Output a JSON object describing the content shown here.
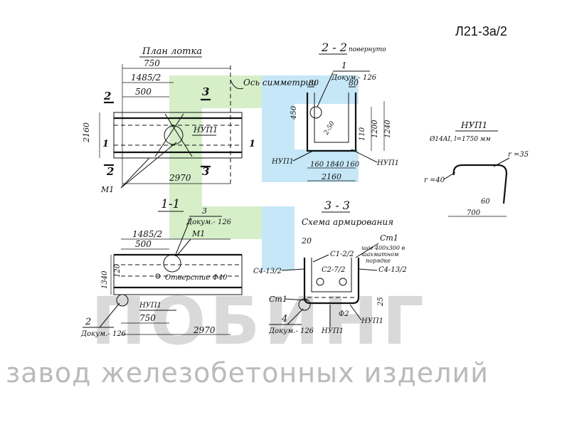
{
  "sheet_code": "Л21-3а/2",
  "watermark": {
    "brand": "ПОБИНГ",
    "tagline": "завод железобетонных изделий"
  },
  "plan": {
    "title": "План лотка",
    "dim_750": "750",
    "dim_half": "1485/2",
    "dim_500": "500",
    "dim_2970": "2970",
    "dim_2160": "2160",
    "axis_label": "Ось симметрии",
    "mark_nup1": "НУП1",
    "mark_m1": "М1",
    "sec_2": "2",
    "sec_3": "3",
    "sec_1": "1"
  },
  "section22": {
    "title": "2 - 2",
    "title_note": "повернуто",
    "ref_num": "1",
    "ref_doc": "Докум.- 126",
    "dim_80a": "80",
    "dim_80b": "80",
    "dim_450": "450",
    "dim_r50": "2-50",
    "dim_1200": "1200",
    "dim_1240": "1240",
    "dim_110": "110",
    "dim_160a": "160",
    "dim_1840": "1840",
    "dim_160b": "160",
    "dim_2160": "2160",
    "nup_left": "НУП1",
    "nup_right": "НУП1"
  },
  "detail_nup1": {
    "title": "НУП1",
    "spec": "Ø14AI, l=1750 мм",
    "r35": "r =35",
    "r40": "r =40",
    "dim_60": "60",
    "dim_700": "700"
  },
  "section11": {
    "title": "1-1",
    "ref3_num": "3",
    "ref3_doc": "Докум.- 126",
    "dim_half": "1485/2",
    "dim_500": "500",
    "mark_m1": "М1",
    "dim_1340": "1340",
    "dim_120": "120",
    "hole": "Отверстие Ф40",
    "nup": "НУП1",
    "dim_750": "750",
    "ref2_num": "2",
    "ref2_doc": "Докум.- 126",
    "dim_2970": "2970"
  },
  "section33": {
    "title": "3 - 3",
    "subtitle": "Схема армирования",
    "dim_20": "20",
    "c1": "С1-2/2",
    "c2": "С2-7/2",
    "c4_left": "С4-13/2",
    "c4_right": "С4-13/2",
    "st1_top": "Ст1",
    "st1_left": "Ст1",
    "step_note1": "шаг 400х300 в",
    "step_note2": "шахматном",
    "step_note3": "порядке",
    "dim_25": "25",
    "dim_f2": "Ф2",
    "ref_num": "4",
    "ref_doc": "Докум.- 126",
    "nup_a": "НУП1",
    "nup_b": "НУП1"
  },
  "colors": {
    "watermark_green": "#d6efc9",
    "watermark_blue": "#c6e7f7"
  }
}
